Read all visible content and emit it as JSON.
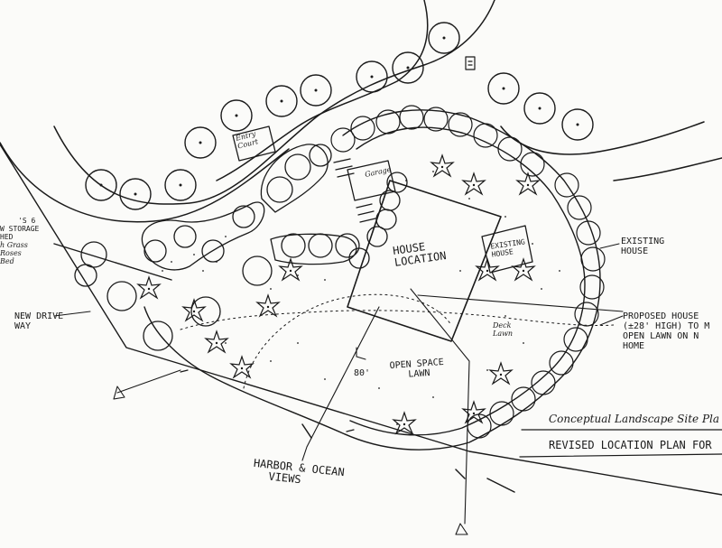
{
  "labels": {
    "house": [
      "HOUSE",
      "LOCATION"
    ],
    "existing_house": [
      "EXISTING",
      "HOUSE"
    ],
    "proposed_house": [
      "PROPOSED HOUSE",
      "(±28' HIGH) TO M",
      "OPEN LAWN ON N",
      "HOME"
    ],
    "title": "Conceptual Landscape Site Pla",
    "subtitle": "REVISED LOCATION PLAN FOR",
    "harbor_views": [
      "HARBOR & OCEAN",
      "VIEWS"
    ],
    "open_space": [
      "OPEN SPACE",
      "LAWN"
    ],
    "dim_80": "80'",
    "new_drive": [
      "NEW DRIVE",
      "WAY"
    ],
    "left_block": [
      "'s 6",
      "W STORAGE",
      "HED",
      "h Grass",
      "Roses",
      "Bed"
    ],
    "entry": [
      "Entry",
      "Court"
    ],
    "garage": [
      "Garage"
    ],
    "deck": [
      "Deck",
      "Lawn"
    ]
  },
  "colors": {
    "ink": "#1a1a1a",
    "paper": "#fbfbf9"
  },
  "icons": [
    "north-arrow-icon",
    "tree-symbol-icon",
    "shrub-symbol-icon",
    "palm-tree-icon"
  ]
}
